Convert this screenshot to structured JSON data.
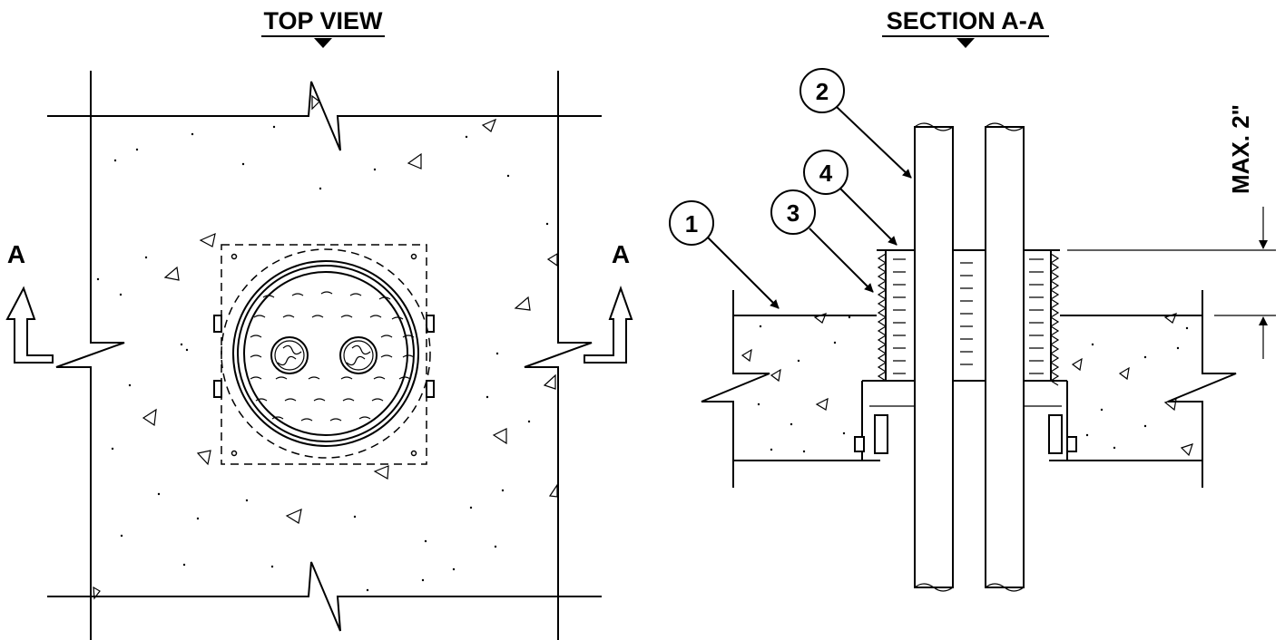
{
  "top_view": {
    "title": "TOP VIEW",
    "section_mark_left": "A",
    "section_mark_right": "A"
  },
  "section_view": {
    "title": "SECTION A-A",
    "dimension_label": "MAX. 2\"",
    "callouts": [
      "1",
      "2",
      "3",
      "4"
    ]
  }
}
